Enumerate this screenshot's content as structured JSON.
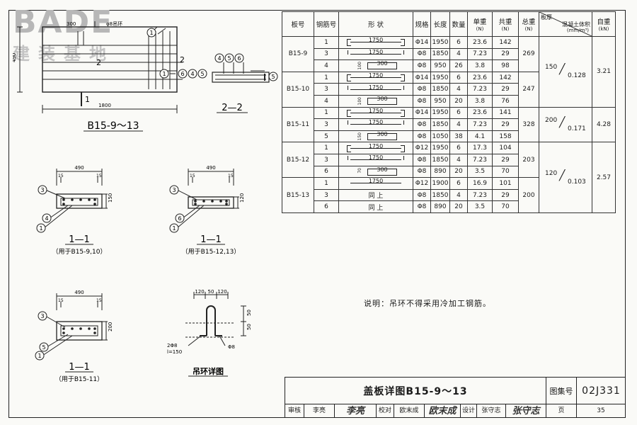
{
  "logo": {
    "brand": "BADE",
    "chinese": "建装基地"
  },
  "table": {
    "headers": {
      "board": "板号",
      "bar_no": "钢筋号",
      "shape": "形  状",
      "spec": "规格",
      "length": "长度",
      "qty": "数量",
      "unit_wt": "单重",
      "unit_wt_unit": "(N)",
      "total_wt": "共重",
      "total_wt_unit": "(N)",
      "sum_wt": "总重",
      "sum_wt_unit": "(N)",
      "thickness": "板厚",
      "concrete": "混凝土体积",
      "concrete_unit": "(mm/m³)",
      "self_wt": "自重",
      "self_wt_unit": "(kN)"
    },
    "groups": [
      {
        "board": "B15-9",
        "sum": "269",
        "thickness": "150",
        "volume": "0.128",
        "self": "3.21",
        "rows": [
          {
            "no": "1",
            "label": "1750",
            "kind": "hook",
            "spec": "Φ14",
            "len": "1950",
            "qty": "6",
            "unit": "23.6",
            "total": "142"
          },
          {
            "no": "3",
            "label": "1750",
            "kind": "bent",
            "spec": "Φ8",
            "len": "1850",
            "qty": "4",
            "unit": "7.23",
            "total": "29"
          },
          {
            "no": "4",
            "label": "300",
            "kind": "stirrup",
            "side": "100",
            "spec": "Φ8",
            "len": "950",
            "qty": "26",
            "unit": "3.8",
            "total": "98"
          }
        ]
      },
      {
        "board": "B15-10",
        "sum": "247",
        "thickness": "",
        "volume": "",
        "self": "",
        "rows": [
          {
            "no": "1",
            "label": "1750",
            "kind": "hook",
            "spec": "Φ14",
            "len": "1950",
            "qty": "6",
            "unit": "23.6",
            "total": "142"
          },
          {
            "no": "3",
            "label": "1750",
            "kind": "bent",
            "spec": "Φ8",
            "len": "1850",
            "qty": "4",
            "unit": "7.23",
            "total": "29"
          },
          {
            "no": "4",
            "label": "300",
            "kind": "stirrup",
            "side": "100",
            "spec": "Φ8",
            "len": "950",
            "qty": "20",
            "unit": "3.8",
            "total": "76"
          }
        ]
      },
      {
        "board": "B15-11",
        "sum": "328",
        "thickness": "200",
        "volume": "0.171",
        "self": "4.28",
        "rows": [
          {
            "no": "1",
            "label": "1750",
            "kind": "hook",
            "spec": "Φ14",
            "len": "1950",
            "qty": "6",
            "unit": "23.6",
            "total": "141"
          },
          {
            "no": "3",
            "label": "1750",
            "kind": "bent",
            "spec": "Φ8",
            "len": "1850",
            "qty": "4",
            "unit": "7.23",
            "total": "29"
          },
          {
            "no": "5",
            "label": "300",
            "kind": "stirrup",
            "side": "150",
            "spec": "Φ8",
            "len": "1050",
            "qty": "38",
            "unit": "4.1",
            "total": "158"
          }
        ]
      },
      {
        "board": "B15-12",
        "sum": "203",
        "thickness": "120",
        "volume": "0.103",
        "self": "2.57",
        "rows": [
          {
            "no": "1",
            "label": "1750",
            "kind": "hook",
            "spec": "Φ12",
            "len": "1950",
            "qty": "6",
            "unit": "17.3",
            "total": "104"
          },
          {
            "no": "3",
            "label": "1750",
            "kind": "bent",
            "spec": "Φ8",
            "len": "1850",
            "qty": "4",
            "unit": "7.23",
            "total": "29"
          },
          {
            "no": "6",
            "label": "300",
            "kind": "stirrup",
            "side": "70",
            "spec": "Φ8",
            "len": "890",
            "qty": "20",
            "unit": "3.5",
            "total": "70"
          }
        ]
      },
      {
        "board": "B15-13",
        "sum": "200",
        "thickness": "",
        "volume": "",
        "self": "",
        "rows": [
          {
            "no": "1",
            "label": "1750",
            "kind": "plain",
            "spec": "Φ12",
            "len": "1900",
            "qty": "6",
            "unit": "16.9",
            "total": "101"
          },
          {
            "no": "3",
            "label": "同 上",
            "kind": "same",
            "spec": "Φ8",
            "len": "1850",
            "qty": "4",
            "unit": "7.23",
            "total": "29"
          },
          {
            "no": "6",
            "label": "同 上",
            "kind": "same",
            "spec": "Φ8",
            "len": "890",
            "qty": "20",
            "unit": "3.5",
            "total": "70"
          }
        ]
      }
    ]
  },
  "drawings": {
    "plan": {
      "title": "B15-9～13",
      "dim_width": "1800",
      "dim_height": "490",
      "dim_top": "300",
      "hook_note": "吊环",
      "note_small": "φ8吊环",
      "section_mark": "1",
      "section_mark2": "2"
    },
    "section22": {
      "title": "2—2",
      "c1": "4",
      "c2": "5",
      "c3": "6",
      "c4": "5"
    },
    "sec_a": {
      "title": "1—1",
      "subtitle": "（用于B15-9,10）",
      "width": "490",
      "left": "15",
      "right": "15",
      "height": "150",
      "c1": "3",
      "c2": "4",
      "c3": "1"
    },
    "sec_b": {
      "title": "1—1",
      "subtitle": "（用于B15-12,13）",
      "width": "490",
      "left": "15",
      "right": "15",
      "height": "120",
      "c1": "3",
      "c2": "6",
      "c3": "1"
    },
    "sec_c": {
      "title": "1—1",
      "subtitle": "（用于B15-11）",
      "width": "490",
      "left": "15",
      "right": "15",
      "height": "200",
      "c1": "3",
      "c2": "5",
      "c3": "1"
    },
    "hook": {
      "title": "吊环详图",
      "d1": "120",
      "d2": "50",
      "d3": "120",
      "h1": "50",
      "h2": "50",
      "bar_left": "2Φ8",
      "l_note": "l=150",
      "bar_right": "Φ8"
    }
  },
  "note": "说明：吊环不得采用冷加工钢筋。",
  "title_block": {
    "title": "盖板详图B15-9～13",
    "atlas_label": "图集号",
    "atlas_no": "02J331",
    "review_label": "审核",
    "reviewer": "李亮",
    "reviewer_sig": "李亮",
    "check_label": "校对",
    "checker": "欧末成",
    "checker_sig": "欧末成",
    "design_label": "设计",
    "designer": "张守志",
    "designer_sig": "张守志",
    "page_label": "页",
    "page_no": "35"
  }
}
